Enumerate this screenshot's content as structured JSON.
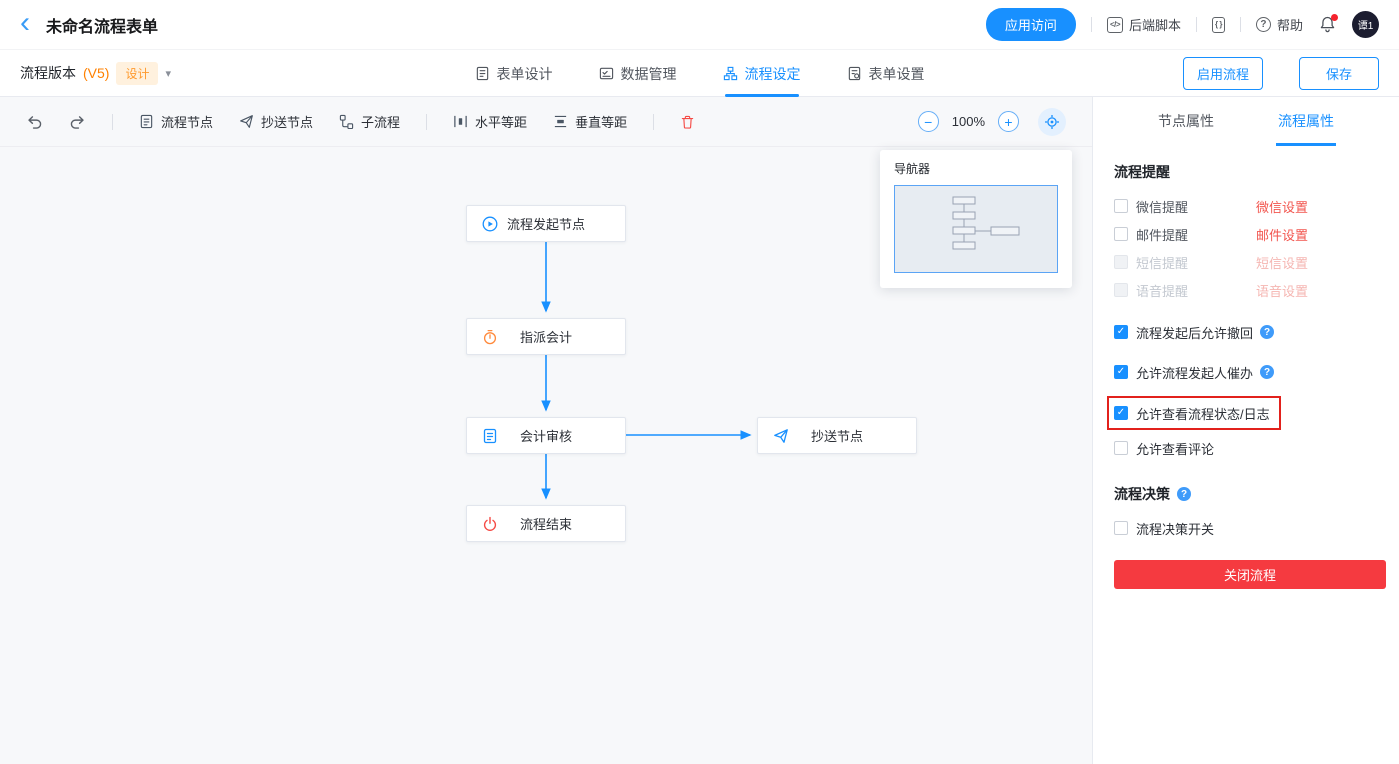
{
  "icons": {
    "back": "‹",
    "caret": "▾",
    "check": "✓",
    "question": "?",
    "minus": "−",
    "plus": "+",
    "code": "</>",
    "braces": "{ }"
  },
  "header": {
    "title": "未命名流程表单",
    "app_access": "应用访问",
    "backend_script": "后端脚本",
    "help": "帮助",
    "avatar": "谭1"
  },
  "subbar": {
    "version_label": "流程版本",
    "version": "(V5)",
    "design_tag": "设计",
    "tabs": [
      {
        "label": "表单设计",
        "active": false
      },
      {
        "label": "数据管理",
        "active": false
      },
      {
        "label": "流程设定",
        "active": true
      },
      {
        "label": "表单设置",
        "active": false
      }
    ],
    "enable_flow": "启用流程",
    "save": "保存"
  },
  "toolbar": {
    "flow_node": "流程节点",
    "cc_node": "抄送节点",
    "sub_flow": "子流程",
    "h_spacing": "水平等距",
    "v_spacing": "垂直等距",
    "zoom": "100%"
  },
  "flow": {
    "nodes": [
      {
        "label": "流程发起节点",
        "icon": "play-icon"
      },
      {
        "label": "指派会计",
        "icon": "timer-icon"
      },
      {
        "label": "会计审核",
        "icon": "form-icon"
      },
      {
        "label": "抄送节点",
        "icon": "send-icon"
      },
      {
        "label": "流程结束",
        "icon": "power-icon"
      }
    ]
  },
  "navigator": {
    "title": "导航器"
  },
  "panel": {
    "tab_node": "节点属性",
    "tab_flow": "流程属性",
    "active_tab": "流程属性",
    "reminder_title": "流程提醒",
    "reminders": [
      {
        "label": "微信提醒",
        "link": "微信设置",
        "checked": false,
        "disabled": false
      },
      {
        "label": "邮件提醒",
        "link": "邮件设置",
        "checked": false,
        "disabled": false
      },
      {
        "label": "短信提醒",
        "link": "短信设置",
        "checked": false,
        "disabled": true
      },
      {
        "label": "语音提醒",
        "link": "语音设置",
        "checked": false,
        "disabled": true
      }
    ],
    "options": [
      {
        "label": "流程发起后允许撤回",
        "checked": true,
        "help": true,
        "highlighted": false
      },
      {
        "label": "允许流程发起人催办",
        "checked": true,
        "help": true,
        "highlighted": false
      },
      {
        "label": "允许查看流程状态/日志",
        "checked": true,
        "help": false,
        "highlighted": true
      },
      {
        "label": "允许查看评论",
        "checked": false,
        "help": false,
        "highlighted": false
      }
    ],
    "decision_title": "流程决策",
    "decision_switch": "流程决策开关",
    "close_flow": "关闭流程"
  },
  "colors": {
    "primary": "#1890ff",
    "danger": "#f53a40",
    "orange": "#ff9a2e",
    "highlight_red": "#e2211c"
  }
}
